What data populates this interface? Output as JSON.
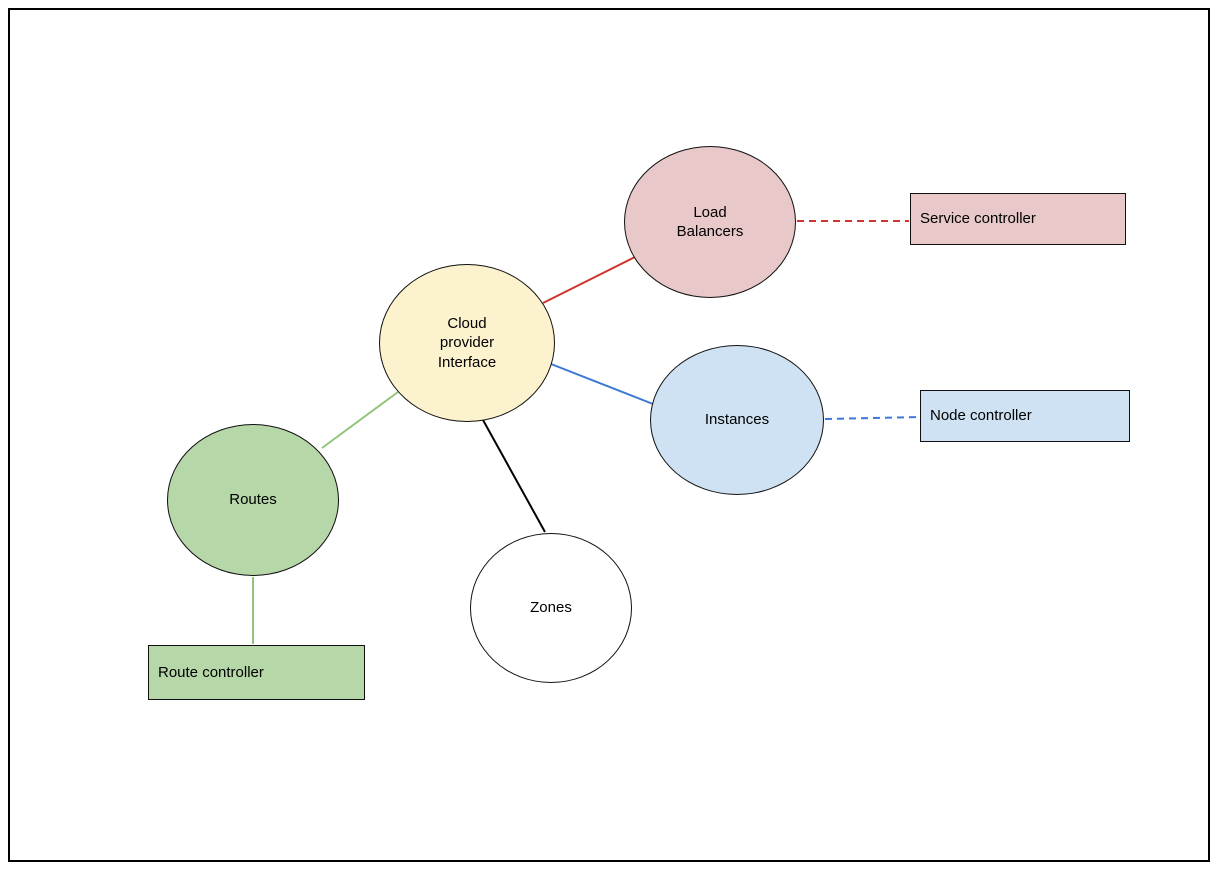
{
  "colors": {
    "canvas_border": "#000000",
    "node_border": "#111111",
    "node_yellow": "#fdf2ce",
    "node_pink": "#e8c8c8",
    "node_blue": "#cfe2f3",
    "node_green": "#b6d7a8",
    "node_white": "#ffffff",
    "connector_red": "#d0342c",
    "connector_blue": "#3c78d8",
    "connector_green": "#93c47d",
    "connector_black": "#000000"
  },
  "nodes": {
    "cloud": {
      "label": "Cloud provider Interface"
    },
    "load_balancers": {
      "label": "Load Balancers"
    },
    "instances": {
      "label": "Instances"
    },
    "routes": {
      "label": "Routes"
    },
    "zones": {
      "label": "Zones"
    },
    "service_controller": {
      "label": "Service controller"
    },
    "node_controller": {
      "label": "Node controller"
    },
    "route_controller": {
      "label": "Route controller"
    }
  },
  "edges": [
    {
      "from": "cloud",
      "to": "load_balancers",
      "style": "solid",
      "color_key": "connector_red"
    },
    {
      "from": "load_balancers",
      "to": "service_controller",
      "style": "dashed",
      "color_key": "connector_red"
    },
    {
      "from": "cloud",
      "to": "instances",
      "style": "solid",
      "color_key": "connector_blue"
    },
    {
      "from": "instances",
      "to": "node_controller",
      "style": "dashed",
      "color_key": "connector_blue"
    },
    {
      "from": "cloud",
      "to": "routes",
      "style": "solid",
      "color_key": "connector_green"
    },
    {
      "from": "routes",
      "to": "route_controller",
      "style": "solid",
      "color_key": "connector_green"
    },
    {
      "from": "cloud",
      "to": "zones",
      "style": "solid",
      "color_key": "connector_black"
    }
  ]
}
